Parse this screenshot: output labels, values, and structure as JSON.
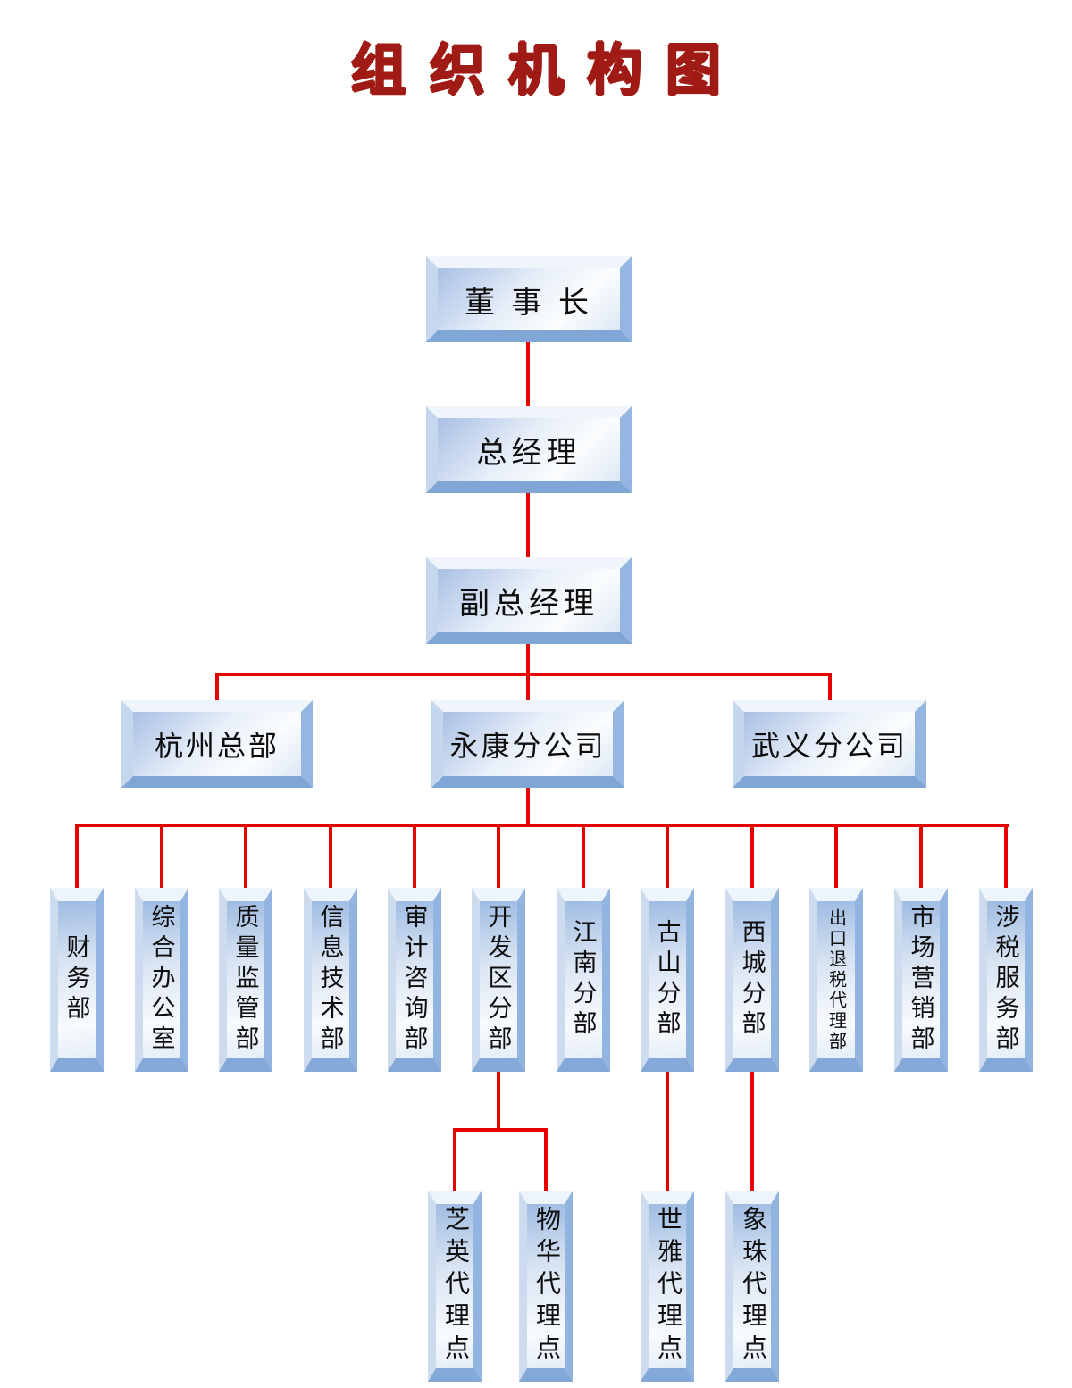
{
  "title": "组织机构图",
  "colors": {
    "title_red": "#a01b15",
    "connector_red": "#e60000",
    "box_bevel_light": "#eef4fb",
    "box_bevel_dark": "#7fa6d5",
    "box_panel_blue": "#a9c0e4",
    "box_text": "#0d0d0d",
    "background": "#ffffff"
  },
  "nodes": {
    "chairman": {
      "label": "董 事 长"
    },
    "general_manager": {
      "label": "总经理"
    },
    "deputy_general_manager": {
      "label": "副总经理"
    },
    "hangzhou_hq": {
      "label": "杭州总部"
    },
    "yongkang_branch": {
      "label": "永康分公司"
    },
    "wuyi_branch": {
      "label": "武义分公司"
    },
    "finance_dept": {
      "label": "财务部"
    },
    "general_office": {
      "label": "综合办公室"
    },
    "quality_supervision_dept": {
      "label": "质量监管部"
    },
    "it_dept": {
      "label": "信息技术部"
    },
    "audit_consulting_dept": {
      "label": "审计咨询部"
    },
    "development_zone_branch": {
      "label": "开发区分部"
    },
    "jiangnan_branch": {
      "label": "江南分部"
    },
    "gushan_branch": {
      "label": "古山分部"
    },
    "xicheng_branch": {
      "label": "西城分部"
    },
    "export_tax_rebate_dept": {
      "label": "出口退税代理部"
    },
    "marketing_dept": {
      "label": "市场营销部"
    },
    "tax_service_dept": {
      "label": "涉税服务部"
    },
    "zhiying_agency": {
      "label": "芝英代理点"
    },
    "wuhua_agency": {
      "label": "物华代理点"
    },
    "shiya_agency": {
      "label": "世雅代理点"
    },
    "xiangzhu_agency": {
      "label": "象珠代理点"
    }
  },
  "hierarchy": [
    {
      "parent": "董事长",
      "children": [
        "总经理"
      ]
    },
    {
      "parent": "总经理",
      "children": [
        "副总经理"
      ]
    },
    {
      "parent": "副总经理",
      "children": [
        "杭州总部",
        "永康分公司",
        "武义分公司"
      ]
    },
    {
      "parent": "永康分公司",
      "children": [
        "财务部",
        "综合办公室",
        "质量监管部",
        "信息技术部",
        "审计咨询部",
        "开发区分部",
        "江南分部",
        "古山分部",
        "西城分部",
        "出口退税代理部",
        "市场营销部",
        "涉税服务部"
      ]
    },
    {
      "parent": "开发区分部",
      "children": [
        "芝英代理点",
        "物华代理点"
      ]
    },
    {
      "parent": "古山分部",
      "children": [
        "世雅代理点"
      ]
    },
    {
      "parent": "西城分部",
      "children": [
        "象珠代理点"
      ]
    }
  ]
}
